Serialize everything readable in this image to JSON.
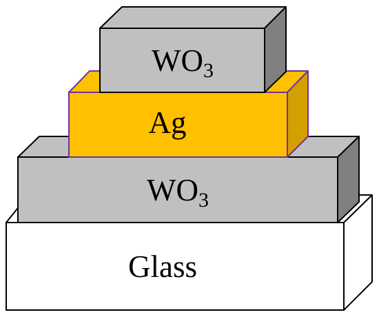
{
  "diagram": {
    "layers": [
      {
        "id": "glass",
        "label": "Glass",
        "subscript": "",
        "colors": {
          "front": "#ffffff",
          "top": "#ffffff",
          "side": "#ffffff",
          "stroke": "#000000"
        }
      },
      {
        "id": "wo3-bottom",
        "label": "WO",
        "subscript": "3",
        "colors": {
          "front": "#c0c0c0",
          "top": "#c0c0c0",
          "side": "#808080",
          "stroke": "#000000"
        }
      },
      {
        "id": "ag",
        "label": "Ag",
        "subscript": "",
        "colors": {
          "front": "#ffc000",
          "top": "#ffc000",
          "side": "#d49f00",
          "stroke": "#7030a0"
        }
      },
      {
        "id": "wo3-top",
        "label": "WO",
        "subscript": "3",
        "colors": {
          "front": "#c0c0c0",
          "top": "#c0c0c0",
          "side": "#808080",
          "stroke": "#000000"
        }
      }
    ]
  }
}
